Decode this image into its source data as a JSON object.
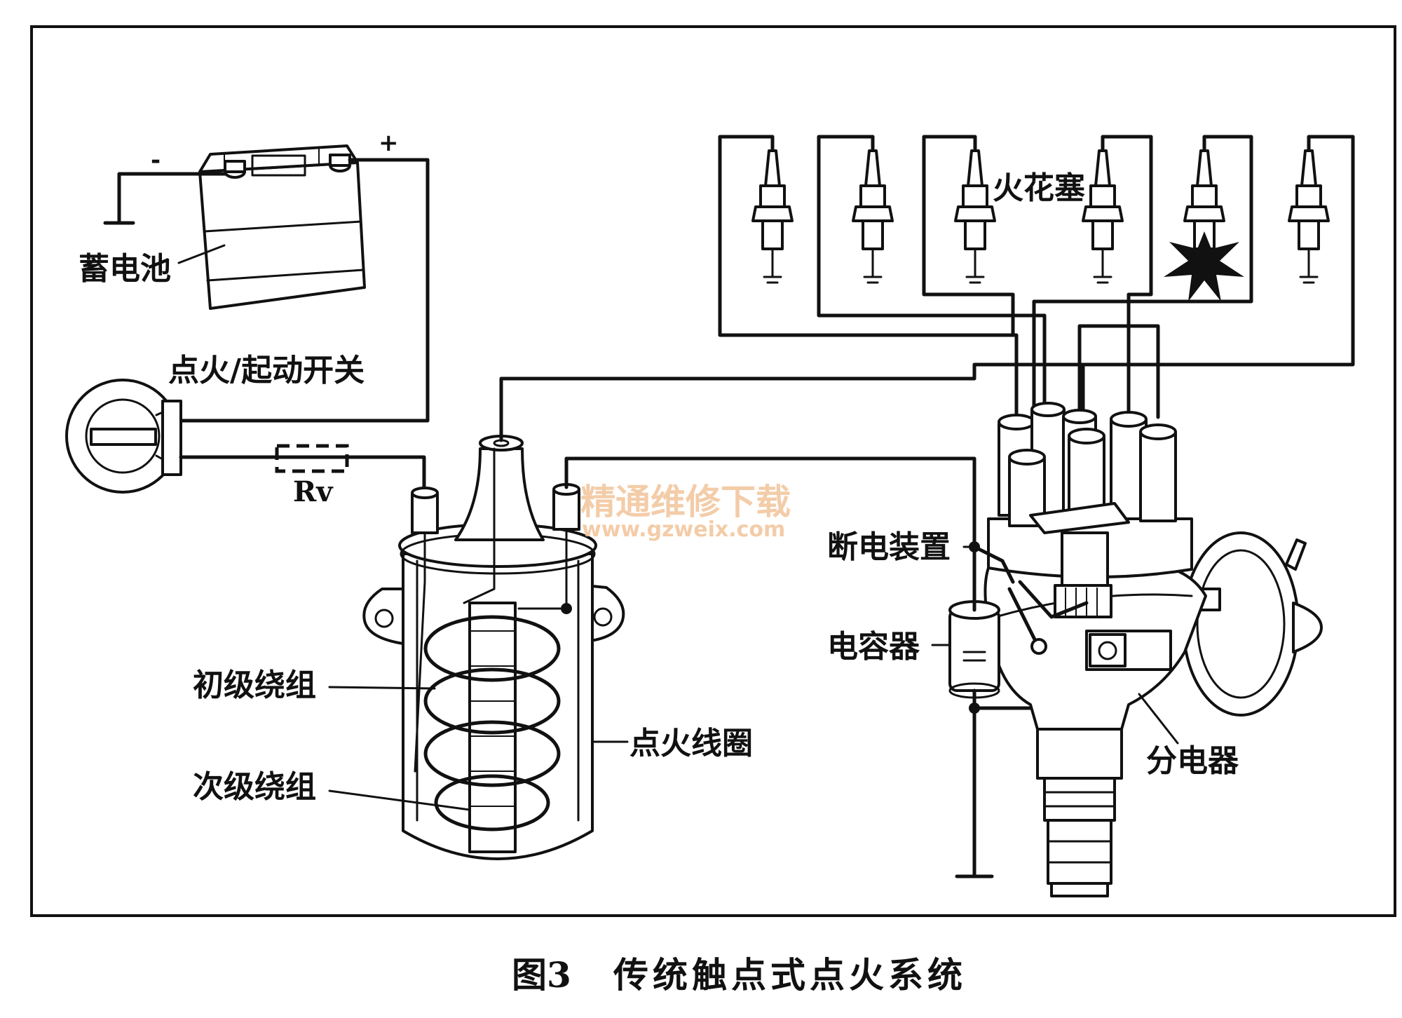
{
  "labels": {
    "battery": "蓄电池",
    "battery_minus": "-",
    "battery_plus": "+",
    "ignition_switch": "点火/起动开关",
    "resistor": "Rv",
    "primary_winding": "初级绕组",
    "secondary_winding": "次级绕组",
    "ignition_coil": "点火线圈",
    "spark_plug": "火花塞",
    "breaker": "断电装置",
    "capacitor": "电容器",
    "distributor": "分电器"
  },
  "watermark": {
    "title": "精通维修下载",
    "url": "www.gzweix.com",
    "color": "#f2c49a"
  },
  "caption": {
    "number": "图3",
    "title": "传统触点式点火系统"
  }
}
